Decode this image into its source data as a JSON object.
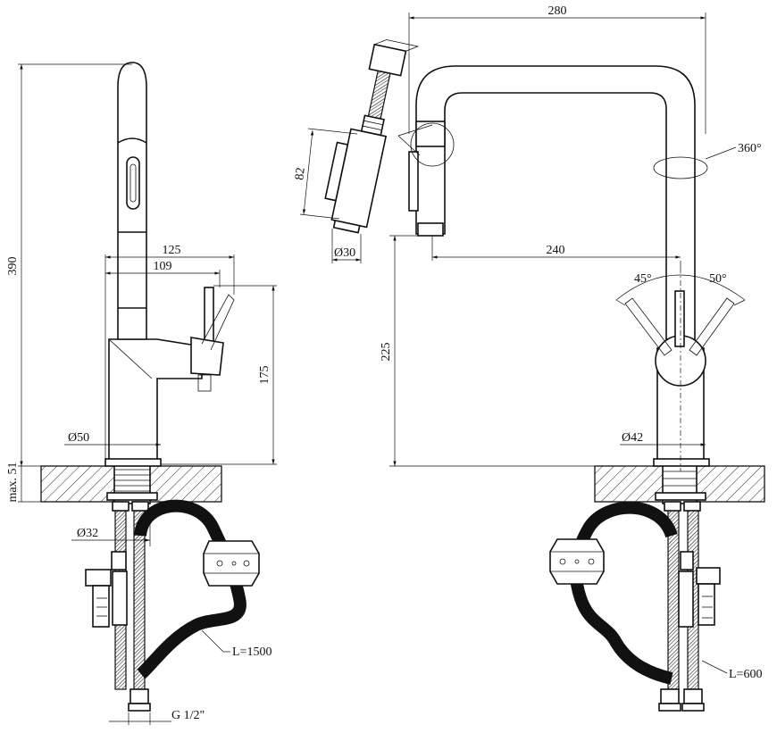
{
  "dimensions": {
    "height_total": "390",
    "max_deck": "max. 51",
    "reach_outer": "125",
    "reach_inner": "109",
    "lever_height": "175",
    "base_diameter": "Ø50",
    "shank_diameter": "Ø32",
    "connection_thread": "G 1/2\"",
    "hose_length_main": "L=1500",
    "spray_length": "82",
    "spray_diameter": "Ø30",
    "width_total": "280",
    "swivel": "360°",
    "spout_reach": "240",
    "angle_left": "45°",
    "angle_right": "50°",
    "spout_height": "225",
    "body_diameter": "Ø42",
    "hose_length_supply": "L=600"
  }
}
